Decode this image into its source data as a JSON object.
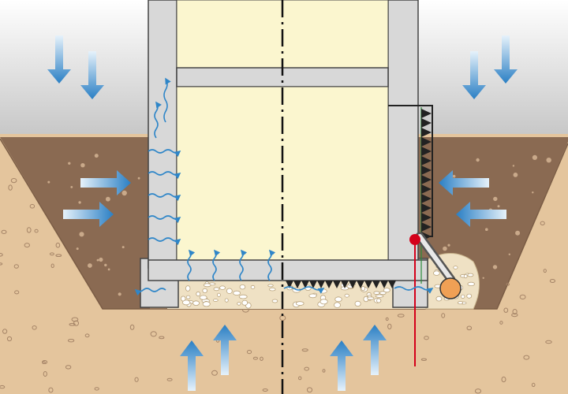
{
  "diagram": {
    "description_free": true,
    "colors": {
      "sky_top": "#f2f2f2",
      "sky_bottom": "#c9c9c9",
      "soil_native": "#e2c39b",
      "soil_backfill": "#8c6d55",
      "concrete": "#d8d8d8",
      "concrete_stroke": "#444444",
      "interior": "#fbf6cf",
      "gravel": "#efe2c6",
      "arrow_blue": "#2f86c8",
      "arrow_light": "#d9ecf8",
      "membrane": "#222222",
      "drain_pipe": "#f0a055",
      "measure_line": "#d4001a"
    },
    "sides": [
      {
        "id": "left",
        "label": "untreated",
        "shows_water_penetration": true
      },
      {
        "id": "right",
        "label": "sealed",
        "shows_water_penetration": false
      }
    ],
    "icons": {
      "pressure_arrow": "large-gradient-arrow-icon",
      "seepage_arrow": "wavy-arrow-icon",
      "drain": "drain-pipe-icon"
    }
  }
}
